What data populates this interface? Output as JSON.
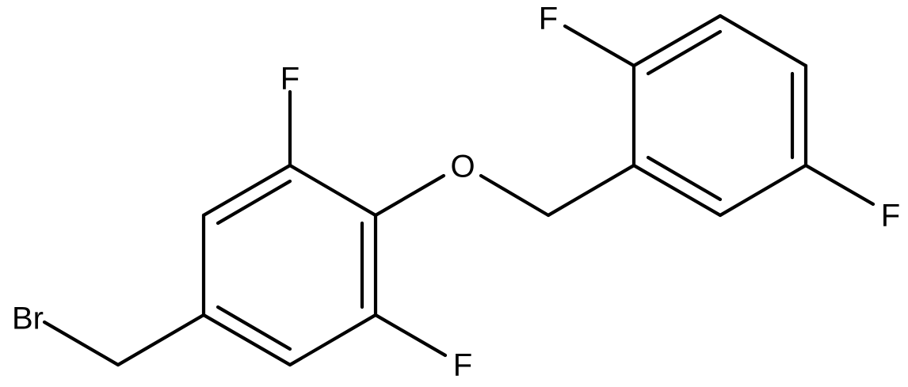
{
  "structure": {
    "atoms": {
      "br": "Br",
      "o": "O",
      "f_top_left": "F",
      "f_bottom": "F",
      "f_top_right": "F",
      "f_right": "F"
    },
    "colors": {
      "bond": "#000000",
      "label": "#000000",
      "background": "#ffffff"
    }
  }
}
